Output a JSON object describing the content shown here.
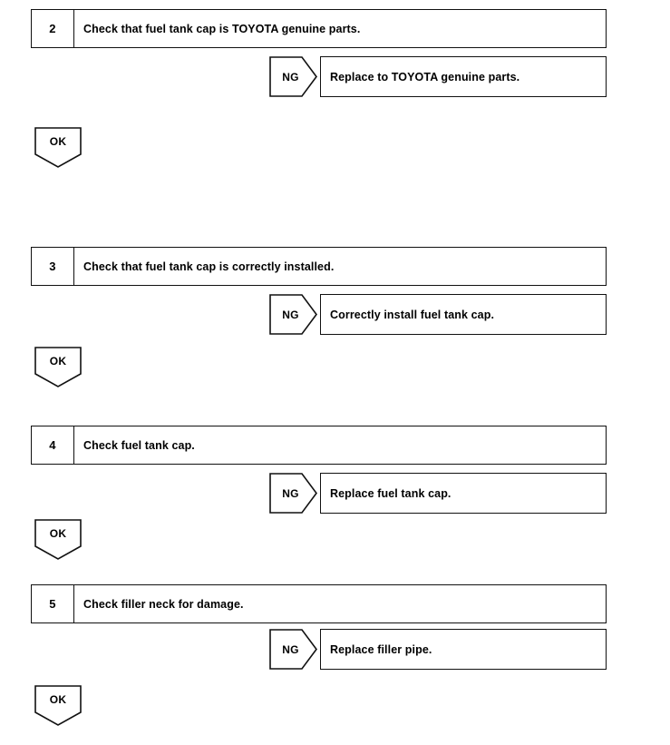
{
  "flowchart": {
    "ok_label": "OK",
    "ng_label": "NG",
    "steps": [
      {
        "number": "2",
        "check": "Check that fuel tank cap is TOYOTA genuine parts.",
        "ng_action": "Replace to TOYOTA genuine parts.",
        "ok": "OK"
      },
      {
        "number": "3",
        "check": "Check that fuel tank cap is correctly installed.",
        "ng_action": "Correctly install fuel tank cap.",
        "ok": "OK"
      },
      {
        "number": "4",
        "check": "Check fuel tank cap.",
        "ng_action": "Replace fuel tank cap.",
        "ok": "OK"
      },
      {
        "number": "5",
        "check": "Check filler neck for damage.",
        "ng_action": "Replace filler pipe.",
        "ok": "OK"
      }
    ]
  },
  "colors": {
    "line": "#111111",
    "background": "#ffffff",
    "text": "#000000"
  }
}
